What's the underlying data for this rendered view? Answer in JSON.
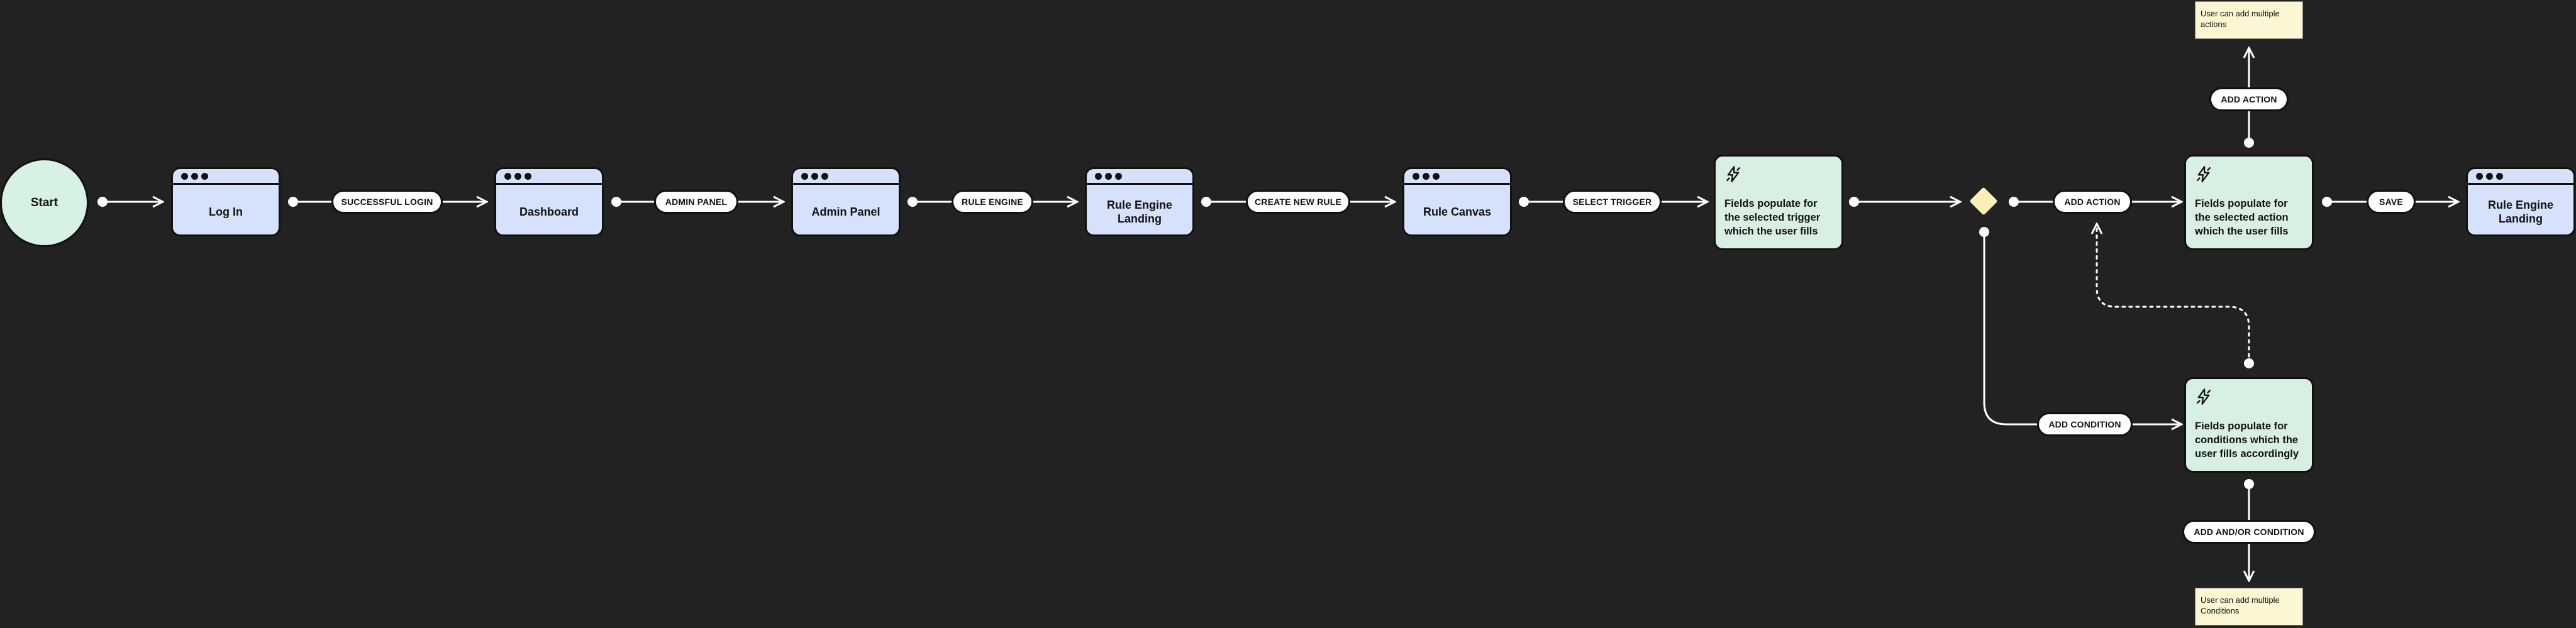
{
  "start": {
    "label": "Start"
  },
  "screens": [
    {
      "id": "login",
      "label": "Log In"
    },
    {
      "id": "dashboard",
      "label": "Dashboard"
    },
    {
      "id": "admin",
      "label": "Admin Panel"
    },
    {
      "id": "rule-landing",
      "label": "Rule Engine Landing"
    },
    {
      "id": "rule-canvas",
      "label": "Rule Canvas"
    },
    {
      "id": "rule-landing-2",
      "label": "Rule Engine Landing"
    }
  ],
  "actions": {
    "trigger": "Fields populate for the selected trigger which the user fills",
    "action": "Fields populate for the selected action which the user fills",
    "condition": "Fields populate for conditions which the user fills accordingly"
  },
  "edges": {
    "successful_login": "SUCCESSFUL LOGIN",
    "admin_panel": "ADMIN PANEL",
    "rule_engine": "RULE ENGINE",
    "create_new_rule": "CREATE NEW RULE",
    "select_trigger": "SELECT TRIGGER",
    "add_action": "ADD ACTION",
    "save": "SAVE",
    "add_action_top": "ADD ACTION",
    "add_condition": "ADD CONDITION",
    "add_and_or_condition": "ADD AND/OR CONDITION"
  },
  "notes": {
    "multiple_actions": "User can add multiple actions",
    "multiple_conditions": "User can add multiple Conditions"
  },
  "colors": {
    "background": "#222222",
    "screen_fill": "#d6e2fb",
    "action_fill": "#d8f0e1",
    "start_fill": "#d7f2e3",
    "decision_fill": "#fbefb7",
    "note_fill": "#fdf6d3",
    "connector": "#ffffff"
  },
  "icons": {
    "screen_header": "window-dots-icon",
    "action": "lightning-bolt-icon"
  }
}
